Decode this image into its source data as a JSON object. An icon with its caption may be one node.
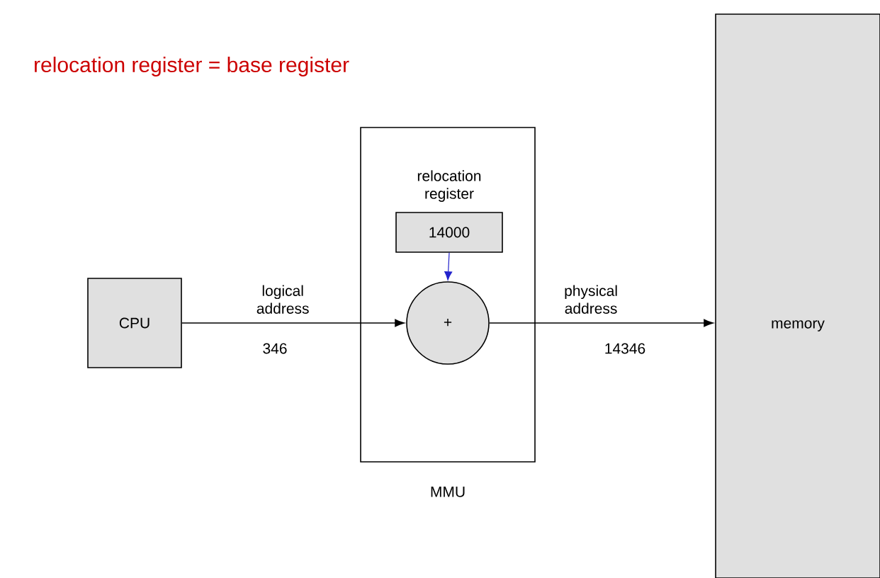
{
  "diagram": {
    "title": "relocation register = base register",
    "nodes": [
      {
        "text": [
          "CPU"
        ]
      },
      {
        "text": [
          "MMU"
        ]
      },
      {
        "text": [
          "relocation register",
          "14000"
        ],
        "in": 1
      },
      {
        "text": [
          "+"
        ],
        "in": 1
      },
      {
        "text": [
          "memory"
        ]
      }
    ],
    "edges": [
      {
        "from": 0,
        "to": 3,
        "arrow": "to",
        "label": "logical address"
      },
      {
        "from": 2,
        "to": 3,
        "arrow": "to",
        "color": "#2222cc"
      },
      {
        "from": 3,
        "to": 4,
        "arrow": "to",
        "label": "physical address"
      }
    ],
    "labels": [
      "346",
      "14346"
    ]
  }
}
